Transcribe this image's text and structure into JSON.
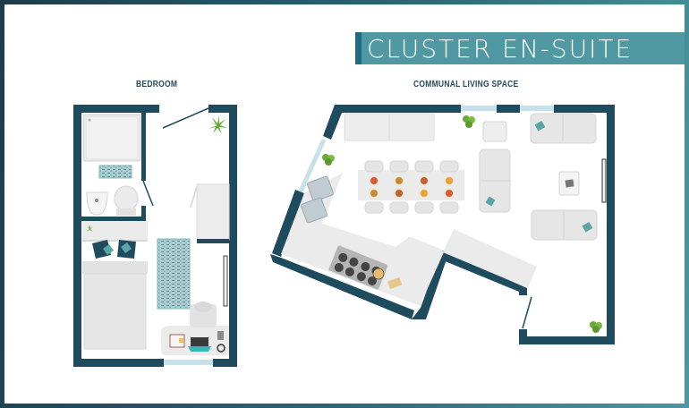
{
  "title": "CLUSTER EN-SUITE",
  "rooms": {
    "bedroom": {
      "label": "BEDROOM",
      "features": [
        "shower-tray",
        "bath-mat",
        "washbasin",
        "toilet",
        "door",
        "window",
        "wardrobe",
        "single-bed",
        "pillows",
        "rug",
        "desk",
        "desk-chair",
        "laptop",
        "notebook",
        "lamp",
        "plant",
        "radiator"
      ]
    },
    "communal": {
      "label": "COMMUNAL LIVING SPACE",
      "features": [
        "kitchen-units",
        "dining-table",
        "8-place-settings",
        "8-dining-chairs",
        "double-sink",
        "hob",
        "frying-pan",
        "chopping-board",
        "three-seater-sofa",
        "two-seater-sofas",
        "armchair",
        "coffee-table",
        "tv",
        "windows",
        "door",
        "plants"
      ]
    }
  },
  "colors": {
    "wall": "#1f4b5e",
    "window": "#c5e2ea",
    "furniture": "#ebebeb",
    "furniture_edge": "#d4d4d4",
    "accent": "#5a9ba3",
    "cushion": "#5aa5a8",
    "plant": "#6aaa3a",
    "title_bg": "#5099a3",
    "title_accent": "#1f6b85"
  }
}
